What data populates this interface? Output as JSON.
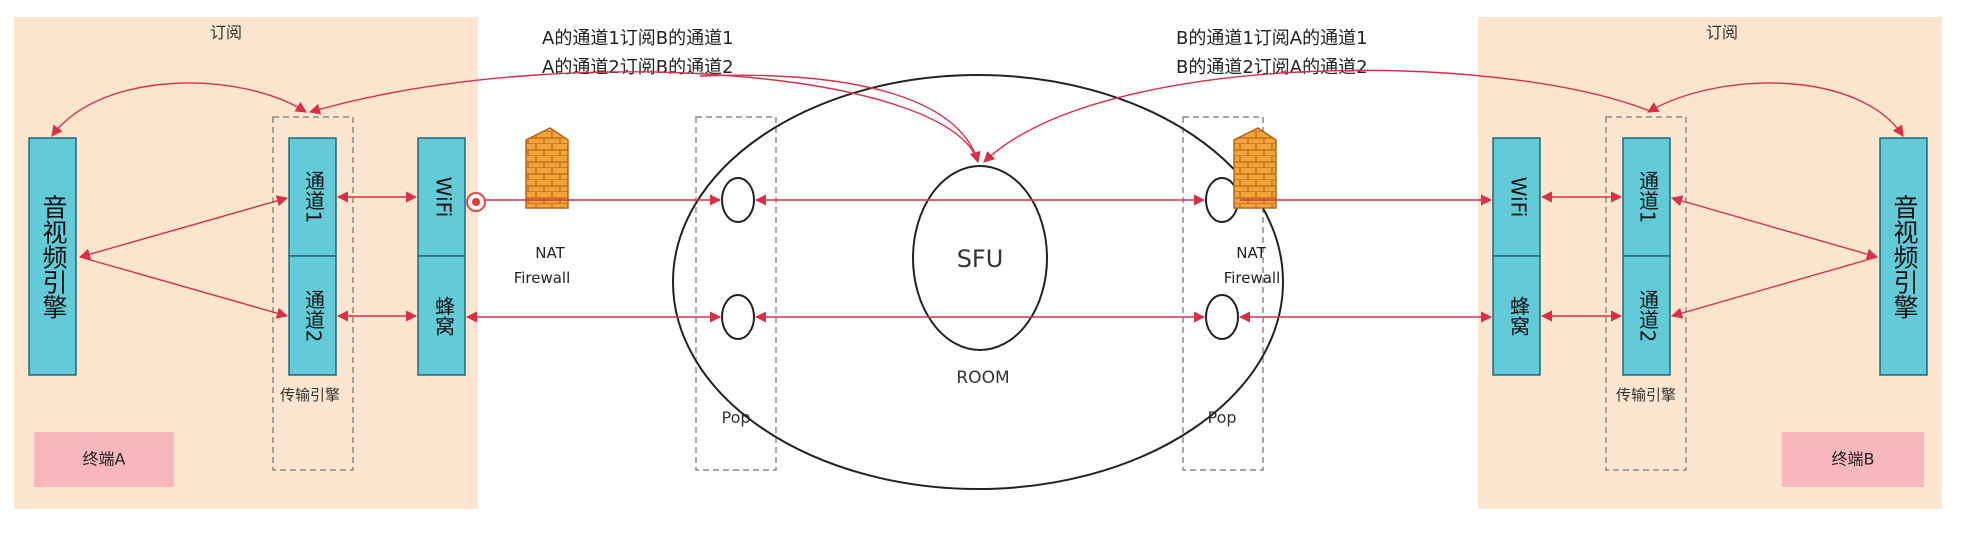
{
  "colors": {
    "panel": "#fde5cf",
    "box_fill": "#63cad8",
    "box_stroke": "#1e6b7c",
    "arrow": "#d9304a",
    "terminal_fill": "#f8b6bd",
    "dash": "#8c8c8c"
  },
  "subscribe_label": "订阅",
  "terminal_a": {
    "av_engine": "音视频引擎",
    "channel1": "通道1",
    "channel2": "通道2",
    "transport_engine": "传输引擎",
    "wifi": "WiFi",
    "cellular": "蜂窝",
    "terminal_label": "终端A"
  },
  "terminal_b": {
    "av_engine": "音视频引擎",
    "channel1": "通道1",
    "channel2": "通道2",
    "transport_engine": "传输引擎",
    "wifi": "WiFi",
    "cellular": "蜂窝",
    "terminal_label": "终端B"
  },
  "nat_label": "NAT",
  "firewall_label": "Firewall",
  "pop_label": "Pop",
  "sfu_label": "SFU",
  "room_label": "ROOM",
  "annotation_a": [
    "A的通道1订阅B的通道1",
    "A的通道2订阅B的通道2"
  ],
  "annotation_b": [
    "B的通道1订阅A的通道1",
    "B的通道2订阅A的通道2"
  ],
  "icons": [
    "firewall-icon",
    "red-dot-icon"
  ]
}
